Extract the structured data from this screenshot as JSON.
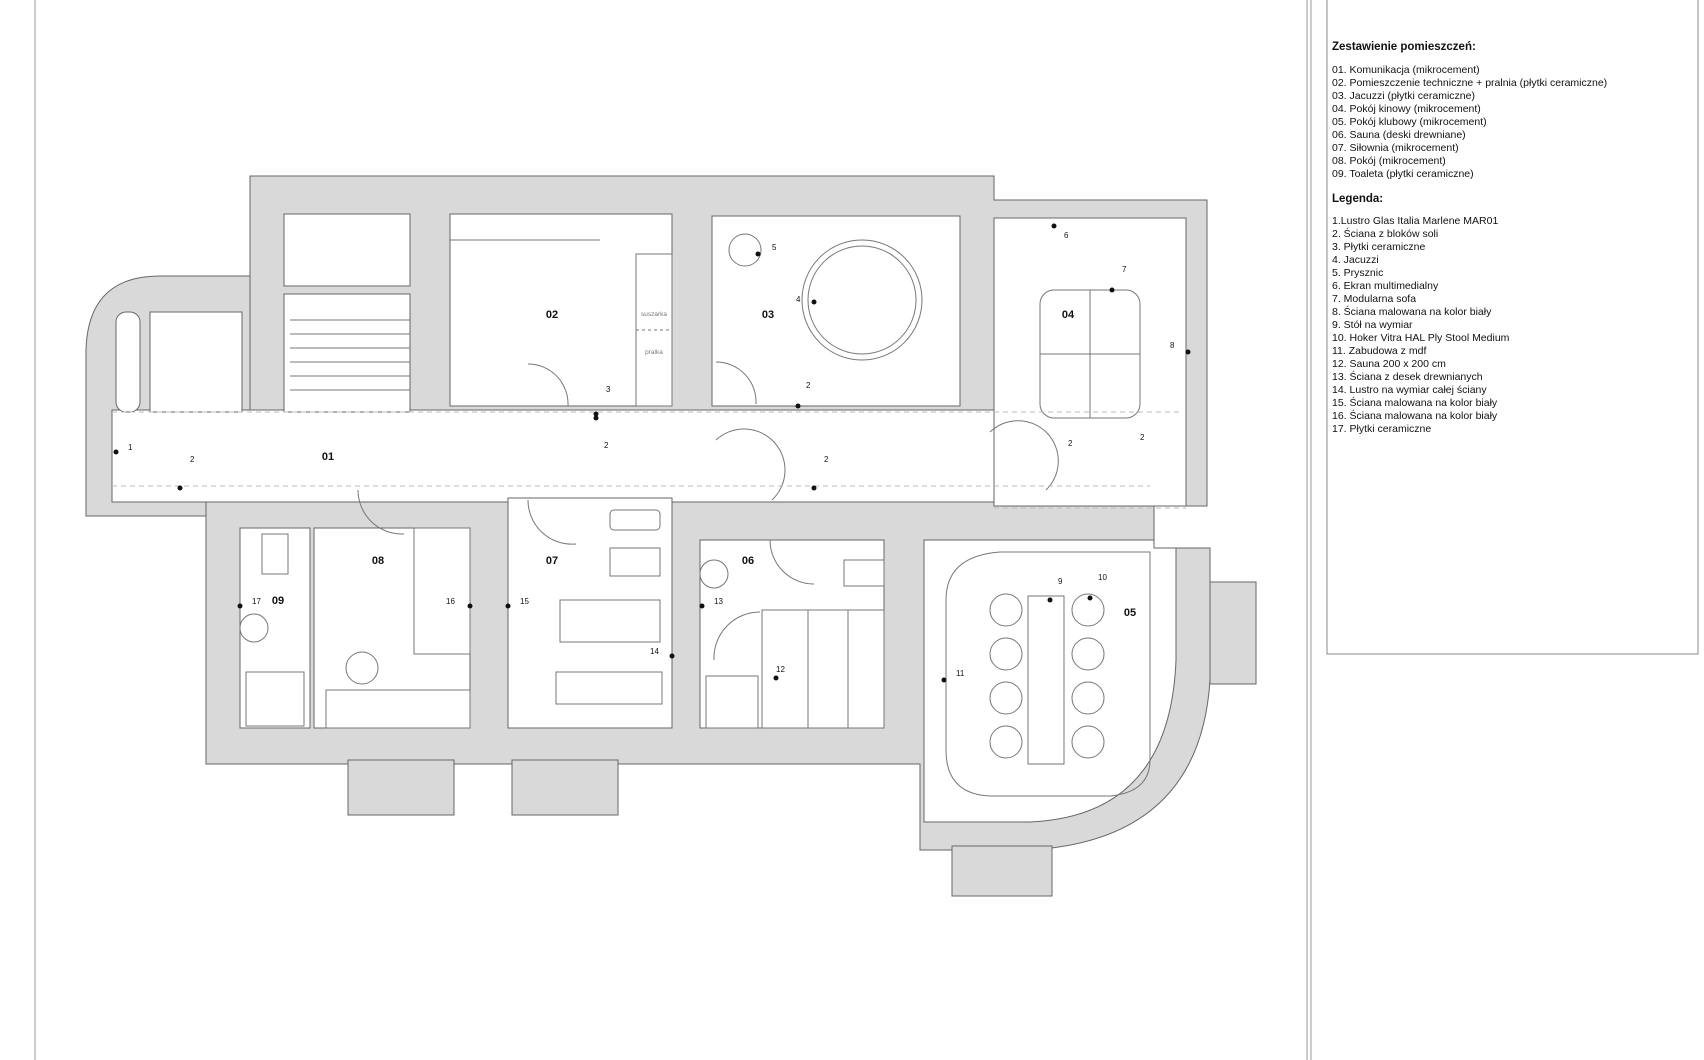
{
  "rooms_heading": "Zestawienie pomieszczeń:",
  "rooms": [
    "01. Komunikacja (mikrocement)",
    "02. Pomieszczenie techniczne + pralnia (płytki ceramiczne)",
    "03. Jacuzzi (płytki ceramiczne)",
    "04. Pokój kinowy (mikrocement)",
    "05. Pokój klubowy (mikrocement)",
    "06. Sauna (deski drewniane)",
    "07. Siłownia (mikrocement)",
    "08. Pokój (mikrocement)",
    "09. Toaleta (płytki ceramiczne)"
  ],
  "legend_heading": "Legenda:",
  "legend": [
    "1.Lustro Glas Italia Marlene MAR01",
    "2. Ściana z bloków soli",
    "3. Płytki ceramiczne",
    "4. Jacuzzi",
    "5. Prysznic",
    "6. Ekran multimedialny",
    "7. Modularna sofa",
    "8. Ściana malowana na kolor biały",
    "9. Stół na wymiar",
    "10. Hoker Vitra HAL Ply Stool Medium",
    "11. Zabudowa z mdf",
    "12. Sauna 200 x 200 cm",
    "13. Ściana z desek drewnianych",
    "14. Lustro na wymiar całej ściany",
    "15. Ściana malowana na kolor biały",
    "16. Ściana malowana na kolor biały",
    "17. Płytki ceramiczne"
  ],
  "plan": {
    "room_labels": [
      "01",
      "02",
      "03",
      "04",
      "05",
      "06",
      "07",
      "08",
      "09"
    ],
    "fixture_labels": {
      "suszarka": "suszarka",
      "pralka": "pralka"
    },
    "markers": [
      "1",
      "2",
      "2",
      "3",
      "2",
      "2",
      "2",
      "2",
      "4",
      "5",
      "6",
      "7",
      "8",
      "9",
      "10",
      "11",
      "12",
      "13",
      "14",
      "15",
      "16",
      "17"
    ]
  },
  "colors": {
    "wall_fill": "#d9d9d9",
    "line": "#555555",
    "background": "#ffffff"
  }
}
